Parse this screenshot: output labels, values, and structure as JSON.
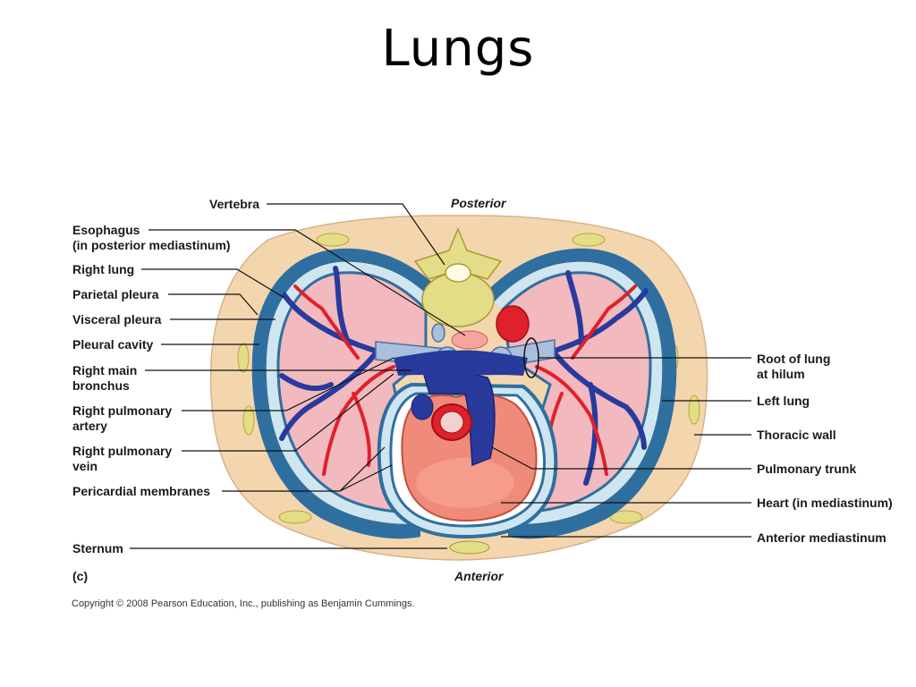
{
  "title": "Lungs",
  "orientation": {
    "top": "Posterior",
    "bottom": "Anterior"
  },
  "panel_letter": "(c)",
  "labels_left": {
    "vertebra": "Vertebra",
    "esophagus_1": "Esophagus",
    "esophagus_2": "(in posterior mediastinum)",
    "right_lung": "Right lung",
    "parietal_pleura": "Parietal pleura",
    "visceral_pleura": "Visceral pleura",
    "pleural_cavity": "Pleural cavity",
    "right_main_bronchus_1": "Right main",
    "right_main_bronchus_2": "bronchus",
    "right_pulmonary_artery_1": "Right pulmonary",
    "right_pulmonary_artery_2": "artery",
    "right_pulmonary_vein_1": "Right pulmonary",
    "right_pulmonary_vein_2": "vein",
    "pericardial_membranes": "Pericardial membranes",
    "sternum": "Sternum"
  },
  "labels_right": {
    "root_of_lung_1": "Root of lung",
    "root_of_lung_2": "at hilum",
    "left_lung": "Left lung",
    "thoracic_wall": "Thoracic wall",
    "pulmonary_trunk": "Pulmonary trunk",
    "heart": "Heart (in mediastinum)",
    "anterior_mediastinum": "Anterior mediastinum"
  },
  "copyright": "Copyright © 2008 Pearson Education, Inc., publishing as Benjamin Cummings.",
  "colors": {
    "thoracic_wall": "#f4d6ae",
    "lung_tissue": "#f2b9bf",
    "pleura": "#2f6f9f",
    "pleural_space": "#cfe6f0",
    "vein": "#283a9c",
    "artery": "#e0202a",
    "heart": "#f08a7a",
    "bone": "#e2dd86",
    "bronchus": "#a9bfdc"
  }
}
